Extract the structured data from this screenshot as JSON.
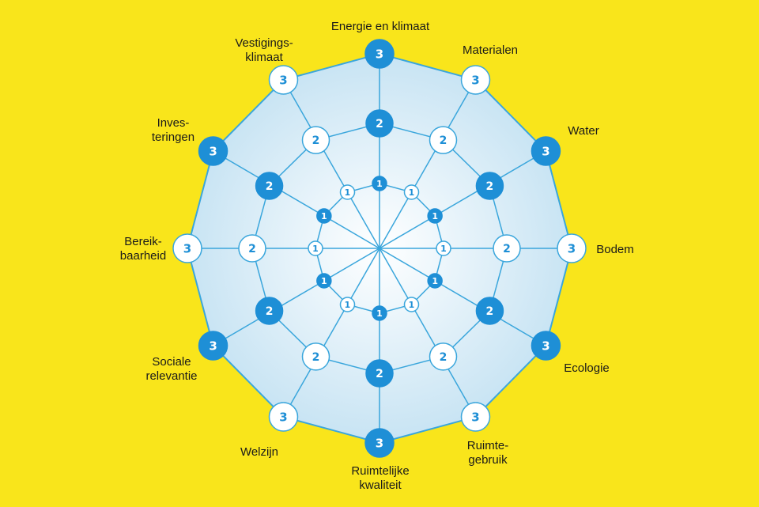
{
  "colors": {
    "background": "#f9e51b",
    "line": "#3aa6dc",
    "node_filled": "#1e8fd6",
    "node_outline": "#3aa6dc",
    "node_white": "#ffffff",
    "fill_inner": "#ffffff",
    "fill_outer": "#c6e3f3"
  },
  "axes": [
    {
      "id": "energie",
      "label_lines": [
        "Energie en klimaat"
      ]
    },
    {
      "id": "materialen",
      "label_lines": [
        "Materialen"
      ]
    },
    {
      "id": "water",
      "label_lines": [
        "Water"
      ]
    },
    {
      "id": "bodem",
      "label_lines": [
        "Bodem"
      ]
    },
    {
      "id": "ecologie",
      "label_lines": [
        "Ecologie"
      ]
    },
    {
      "id": "ruimtegebruik",
      "label_lines": [
        "Ruimte-",
        "gebruik"
      ]
    },
    {
      "id": "ruimtelijke-kwaliteit",
      "label_lines": [
        "Ruimtelijke",
        "kwaliteit"
      ]
    },
    {
      "id": "welzijn",
      "label_lines": [
        "Welzijn"
      ]
    },
    {
      "id": "sociale-relevantie",
      "label_lines": [
        "Sociale",
        "relevantie"
      ]
    },
    {
      "id": "bereikbaarheid",
      "label_lines": [
        "Bereik-",
        "baarheid"
      ]
    },
    {
      "id": "investeringen",
      "label_lines": [
        "Inves-",
        "teringen"
      ]
    },
    {
      "id": "vestigingsklimaat",
      "label_lines": [
        "Vestigings-",
        "klimaat"
      ]
    }
  ],
  "levels": [
    {
      "text": "1"
    },
    {
      "text": "2"
    },
    {
      "text": "3"
    }
  ]
}
